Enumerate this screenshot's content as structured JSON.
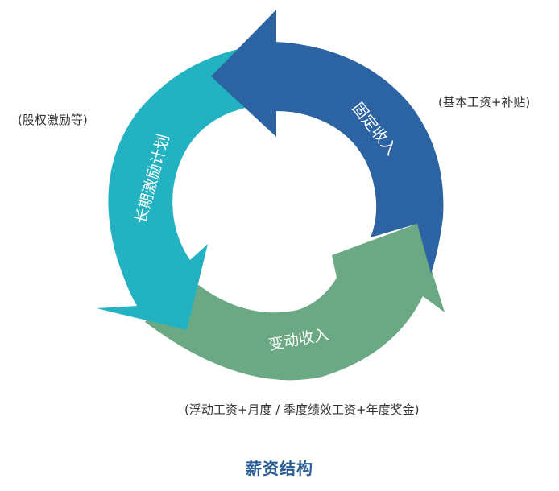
{
  "diagram": {
    "segments": {
      "fixed": {
        "label": "固定收入",
        "note": "(基本工资+补贴)",
        "color": "#2c64a3"
      },
      "variable": {
        "label": "变动收入",
        "note": "(浮动工资+月度 / 季度绩效工资+年度奖金)",
        "color": "#6aa984"
      },
      "long_term": {
        "label": "长期激励计划",
        "note": "(股权激励等)",
        "color": "#22b2c1"
      }
    },
    "caption": "薪资结构"
  }
}
